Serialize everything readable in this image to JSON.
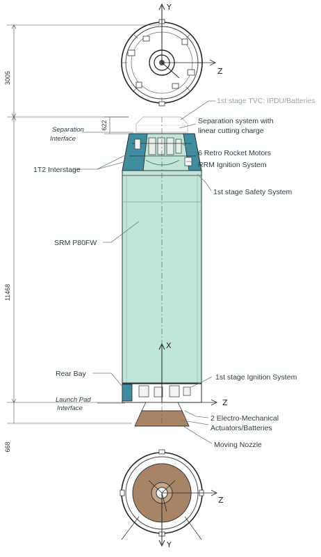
{
  "axes": {
    "top_y": "Y",
    "top_z": "Z",
    "side_z": "Z",
    "side_x": "X",
    "bottom_z": "Z",
    "bottom_y": "Y"
  },
  "dimensions": {
    "d1": "3005",
    "d2": "622",
    "d3": "11468",
    "d4": "668"
  },
  "labels": {
    "tvc": "1st stage TVC: IPDU/Batteries",
    "separation_system_1": "Separation system with",
    "separation_system_2": "linear cutting charge",
    "separation_interface_1": "Separation",
    "separation_interface_2": "Interface",
    "retro_rocket": "6 Retro Rocket Motors",
    "rrm_ignition": "RRM Ignition System",
    "interstage": "1T2 Interstage",
    "safety_system": "1st stage Safety System",
    "srm": "SRM P80FW",
    "rear_bay": "Rear Bay",
    "ignition_system": "1st stage Ignition System",
    "launch_pad_1": "Launch Pad",
    "launch_pad_2": "Interface",
    "actuators_1": "2 Electro-Mechanical",
    "actuators_2": "Actuators/Batteries",
    "moving_nozzle": "Moving Nozzle"
  },
  "colors": {
    "motor_case": "#bfe6d6",
    "interstage": "#3f8da0",
    "nozzle": "#a88466",
    "outline": "#333333"
  }
}
